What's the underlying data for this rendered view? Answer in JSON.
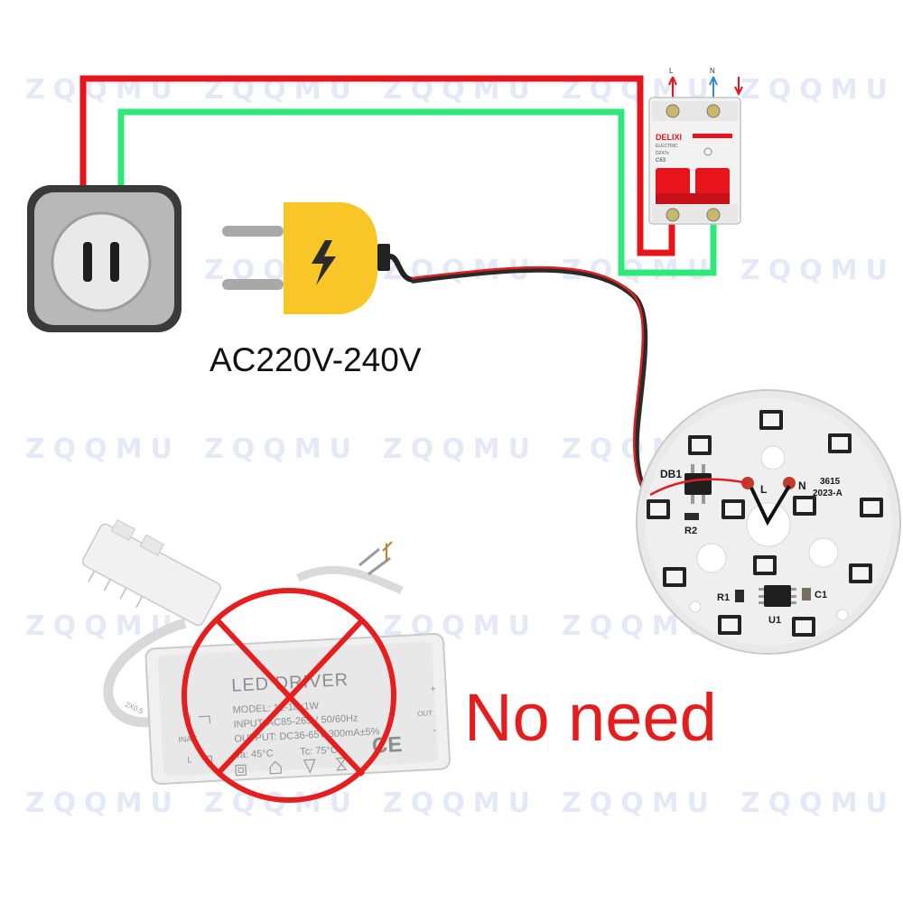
{
  "watermark": {
    "text": "ZQQMU"
  },
  "outlet": {
    "label": "AC220V-240V"
  },
  "breaker": {
    "brand": "DELIXI",
    "sub": "ELECTRIC",
    "model": "DZ47s",
    "rating": "C63",
    "terminal_left": "L",
    "terminal_right": "N"
  },
  "led_board": {
    "rectifier_label": "DB1",
    "resistor2_label": "R2",
    "resistor1_label": "R1",
    "capacitor_label": "C1",
    "ic_label": "U1",
    "live_label": "L",
    "neutral_label": "N",
    "model_line1": "3615",
    "model_line2": "2023-A"
  },
  "driver": {
    "title": "LED DRIVER",
    "model": "MODEL: 12-18x1W",
    "input": "INPUT: AC85-265V 50/60Hz",
    "output": "OUTPUT: DC36-65V 300mA±5%",
    "ta": "Ta: 45°C",
    "tc": "Tc: 75°C",
    "n_label": "N",
    "inac_label": "INAC",
    "l_label": "L",
    "out_label": "OUT",
    "plus_label": "+",
    "minus_label": "-",
    "ce_mark": "CE",
    "cable_text": "2X0.5"
  },
  "note": {
    "text": "No need"
  },
  "colors": {
    "live_wire": "#e8141b",
    "neutral_wire": "#2ee87a",
    "forbid_mark": "#e61e1e",
    "plug_yellow": "#f8c627"
  }
}
